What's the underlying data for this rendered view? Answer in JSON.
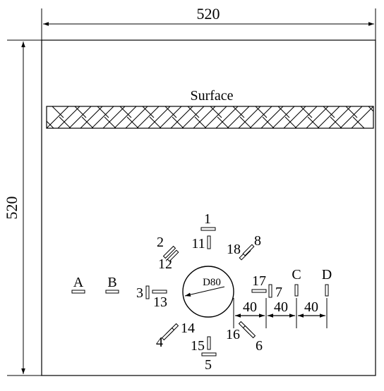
{
  "dimensions": {
    "top": "520",
    "left": "520"
  },
  "surface_label": "Surface",
  "hole_label": "D80",
  "points": {
    "A": "A",
    "B": "B",
    "C": "C",
    "D": "D"
  },
  "gauges": {
    "g1": "1",
    "g2": "2",
    "g3": "3",
    "g4": "4",
    "g5": "5",
    "g6": "6",
    "g7": "7",
    "g8": "8",
    "g11": "11",
    "g12": "12",
    "g13": "13",
    "g14": "14",
    "g15": "15",
    "g16": "16",
    "g17": "17",
    "g18": "18"
  },
  "spacings": [
    "40",
    "40",
    "40"
  ],
  "colors": {
    "line": "#000000",
    "background": "#ffffff"
  }
}
